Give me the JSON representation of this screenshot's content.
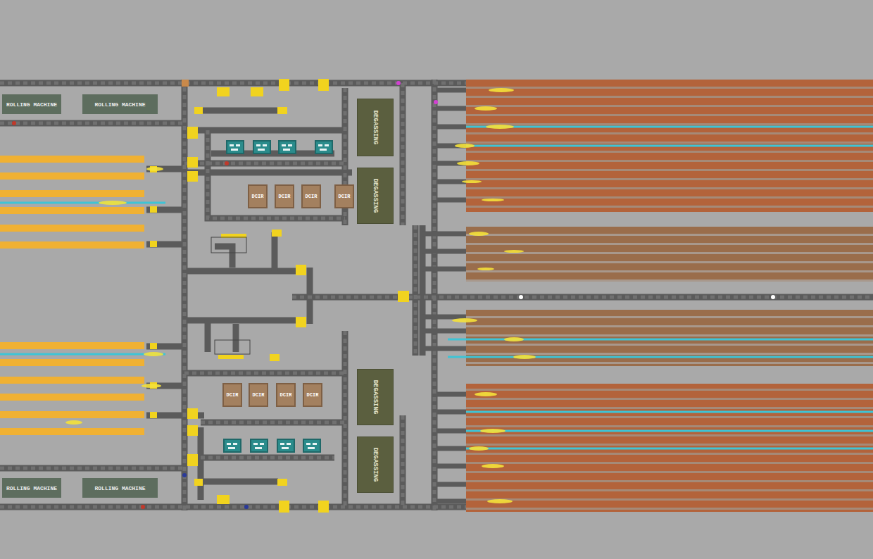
{
  "diagram": {
    "nodes": [
      {
        "text": [
          "ROLLING MACHINE"
        ]
      },
      {
        "text": [
          "ROLLING MACHINE"
        ]
      },
      {
        "text": [
          "DEGASSING"
        ]
      },
      {
        "text": [
          "DEGASSING"
        ]
      },
      {
        "text": [
          "DCIR"
        ]
      },
      {
        "text": [
          "DCIR"
        ]
      },
      {
        "text": [
          "DCIR"
        ]
      },
      {
        "text": [
          "DCIR"
        ]
      },
      {
        "text": [
          "DCIR"
        ]
      },
      {
        "text": [
          "DCIR"
        ]
      },
      {
        "text": [
          "DCIR"
        ]
      },
      {
        "text": [
          "DCIR"
        ]
      },
      {
        "text": [
          "DEGASSING"
        ]
      },
      {
        "text": [
          "DEGASSING"
        ]
      },
      {
        "text": [
          "ROLLING MACHINE"
        ]
      },
      {
        "text": [
          "ROLLING MACHINE"
        ]
      }
    ]
  }
}
